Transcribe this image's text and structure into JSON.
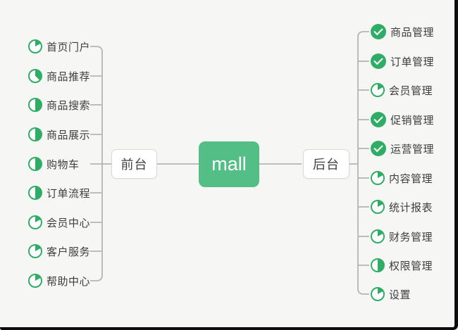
{
  "root": {
    "label": "mall"
  },
  "left_branch": {
    "label": "前台",
    "items": [
      {
        "label": "首页门户",
        "icon": {
          "name": "progress-pie-icon",
          "type": "pie",
          "fill": 0.17
        }
      },
      {
        "label": "商品推荐",
        "icon": {
          "name": "progress-pie-icon",
          "type": "pie",
          "fill": 0.37
        }
      },
      {
        "label": "商品搜索",
        "icon": {
          "name": "progress-pie-icon",
          "type": "pie",
          "fill": 0.5
        }
      },
      {
        "label": "商品展示",
        "icon": {
          "name": "progress-pie-icon",
          "type": "pie",
          "fill": 0.5
        }
      },
      {
        "label": "购物车",
        "icon": {
          "name": "progress-pie-icon",
          "type": "pie",
          "fill": 0.5
        }
      },
      {
        "label": "订单流程",
        "icon": {
          "name": "progress-pie-icon",
          "type": "pie",
          "fill": 0.5
        }
      },
      {
        "label": "会员中心",
        "icon": {
          "name": "progress-pie-icon",
          "type": "pie",
          "fill": 0.17
        }
      },
      {
        "label": "客户服务",
        "icon": {
          "name": "progress-pie-icon",
          "type": "pie",
          "fill": 0.17
        }
      },
      {
        "label": "帮助中心",
        "icon": {
          "name": "progress-pie-icon",
          "type": "pie",
          "fill": 0.17
        }
      }
    ]
  },
  "right_branch": {
    "label": "后台",
    "items": [
      {
        "label": "商品管理",
        "icon": {
          "name": "check-circle-icon",
          "type": "check"
        }
      },
      {
        "label": "订单管理",
        "icon": {
          "name": "check-circle-icon",
          "type": "check"
        }
      },
      {
        "label": "会员管理",
        "icon": {
          "name": "progress-pie-icon",
          "type": "pie",
          "fill": 0.17
        }
      },
      {
        "label": "促销管理",
        "icon": {
          "name": "check-circle-icon",
          "type": "check"
        }
      },
      {
        "label": "运营管理",
        "icon": {
          "name": "check-circle-icon",
          "type": "check"
        }
      },
      {
        "label": "内容管理",
        "icon": {
          "name": "progress-pie-icon",
          "type": "pie",
          "fill": 0.17
        }
      },
      {
        "label": "统计报表",
        "icon": {
          "name": "progress-pie-icon",
          "type": "pie",
          "fill": 0.17
        }
      },
      {
        "label": "财务管理",
        "icon": {
          "name": "progress-pie-icon",
          "type": "pie",
          "fill": 0.17
        }
      },
      {
        "label": "权限管理",
        "icon": {
          "name": "progress-pie-icon",
          "type": "pie",
          "fill": 0.5
        }
      },
      {
        "label": "设置",
        "icon": {
          "name": "progress-pie-icon",
          "type": "pie",
          "fill": 0.17
        }
      }
    ]
  },
  "colors": {
    "accent_green": "#2fad66",
    "root_green": "#53be86",
    "line_gray": "#b5b5b5",
    "frame_dark": "#0d0d0d",
    "background": "#f6f6f4"
  }
}
